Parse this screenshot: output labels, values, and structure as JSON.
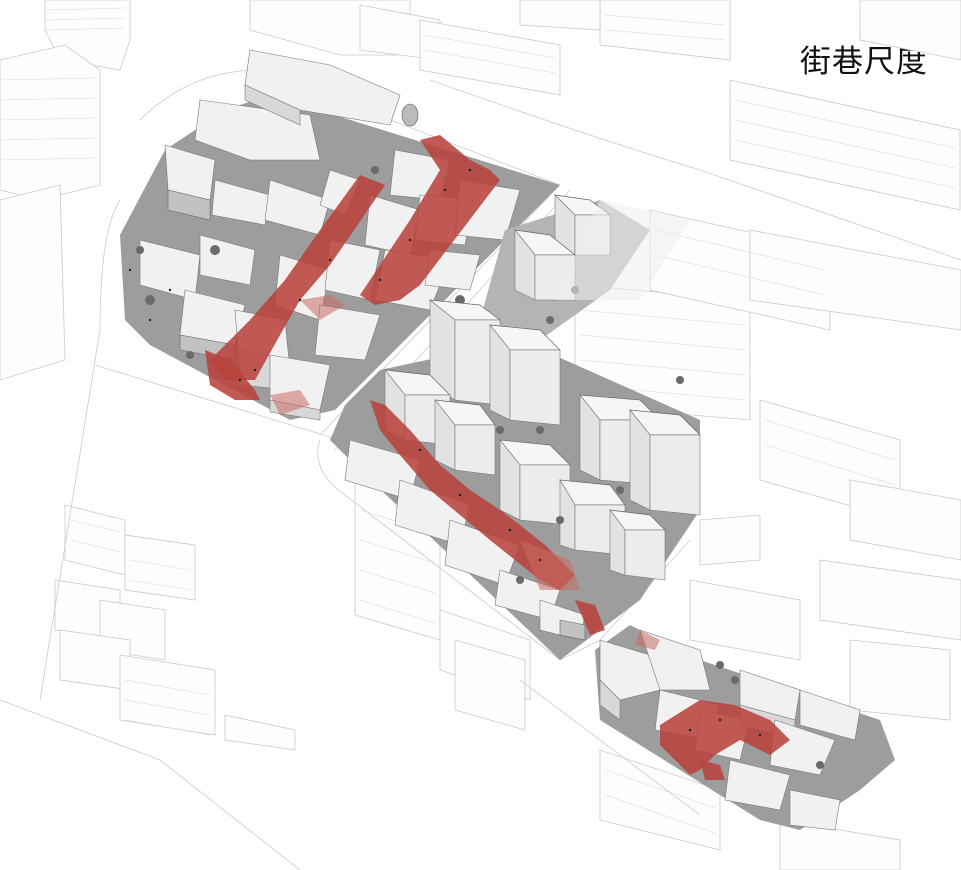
{
  "title": "街巷尺度",
  "diagram": {
    "type": "axonometric-urban-diagram",
    "legend_color_street": "#b8433c",
    "context_color": "#c9c9c9",
    "ground_color": "#9d9d9d",
    "zones": [
      {
        "name": "north-block",
        "description": "low-rise historic blocks with two red alleys"
      },
      {
        "name": "central-block",
        "description": "high-rise towers with a red diagonal lane"
      },
      {
        "name": "south-block",
        "description": "low-rise cluster with red courtyard lanes"
      }
    ]
  }
}
